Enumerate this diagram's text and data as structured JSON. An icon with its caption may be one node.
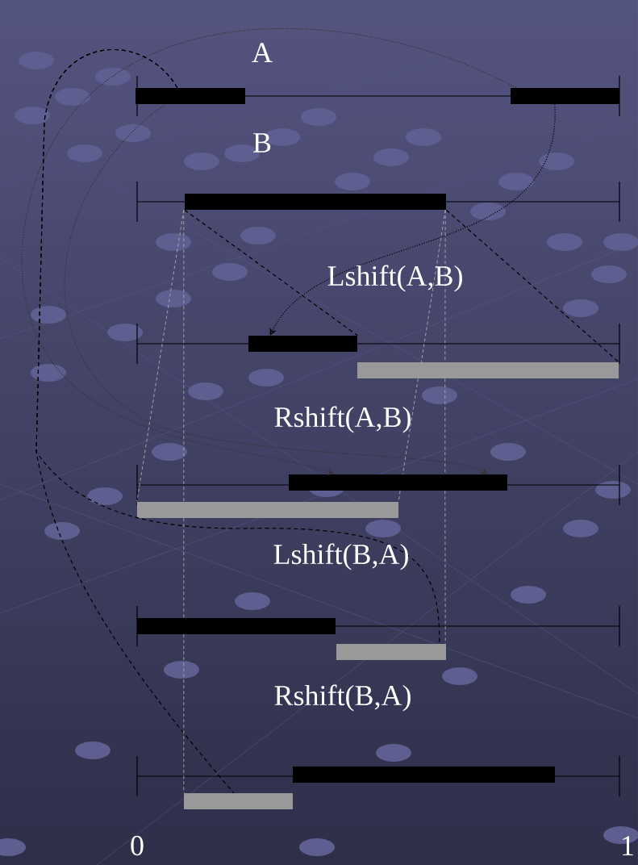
{
  "diagram": {
    "nodes": [
      {
        "text": [],
        "shape": "bar"
      },
      {
        "text": [],
        "shape": "bar"
      },
      {
        "text": [],
        "shape": "bar"
      },
      {
        "text": [],
        "shape": "bar"
      },
      {
        "text": [],
        "shape": "bar"
      },
      {
        "text": [],
        "shape": "bar"
      },
      {
        "text": [],
        "shape": "bar"
      },
      {
        "text": [],
        "shape": "bar"
      },
      {
        "text": [],
        "shape": "bar"
      },
      {
        "text": [],
        "shape": "bar"
      },
      {
        "text": [],
        "shape": "bar"
      }
    ],
    "edges": [
      {
        "from": 1,
        "to": 3,
        "arrow": "to",
        "style": "dashed",
        "color": "#000000"
      },
      {
        "from": 1,
        "to": 5,
        "arrow": "to",
        "style": "dashed",
        "color": "#333333"
      },
      {
        "from": 0,
        "to": 5,
        "arrow": "to",
        "style": "dashed",
        "color": "#333333"
      },
      {
        "from": 2,
        "to": 3,
        "arrow": "none",
        "style": "dashed",
        "color": "#000000"
      },
      {
        "from": 2,
        "to": 4,
        "arrow": "none",
        "style": "dashed",
        "color": "#000000"
      },
      {
        "from": 0,
        "to": 8,
        "arrow": "none",
        "style": "dashed",
        "color": "#000000"
      },
      {
        "from": 0,
        "to": 10,
        "arrow": "none",
        "style": "dashed",
        "color": "#000000"
      },
      {
        "from": 2,
        "to": 6,
        "arrow": "none",
        "style": "dashed",
        "color": "#aaaaaa"
      },
      {
        "from": 2,
        "to": 4,
        "arrow": "none",
        "style": "dashed",
        "color": "#aaaaaa"
      },
      {
        "from": 4,
        "to": 5,
        "arrow": "none",
        "style": "dashed",
        "color": "#aaaaaa"
      },
      {
        "from": 2,
        "to": 6,
        "arrow": "none",
        "style": "dashed",
        "color": "#aaaaaa"
      },
      {
        "from": 6,
        "to": 7,
        "arrow": "none",
        "style": "dashed",
        "color": "#aaaaaa"
      },
      {
        "from": 7,
        "to": 10,
        "arrow": "none",
        "style": "dashed",
        "color": "#aaaaaa"
      },
      {
        "from": 2,
        "to": 4,
        "arrow": "none",
        "style": "dashed",
        "color": "#aaaaaa"
      },
      {
        "from": 4,
        "to": 5,
        "arrow": "none",
        "style": "dashed",
        "color": "#aaaaaa"
      },
      {
        "from": 5,
        "to": 6,
        "arrow": "none",
        "style": "dashed",
        "color": "#aaaaaa"
      },
      {
        "from": 5,
        "to": 8,
        "arrow": "none",
        "style": "dashed",
        "color": "#aaaaaa"
      }
    ],
    "labels": [
      "A",
      "B",
      "Lshift(A,B)",
      "Rshift(A,B)",
      "Lshift(B,A)",
      "Rshift(B,A)",
      "0",
      "1"
    ]
  }
}
